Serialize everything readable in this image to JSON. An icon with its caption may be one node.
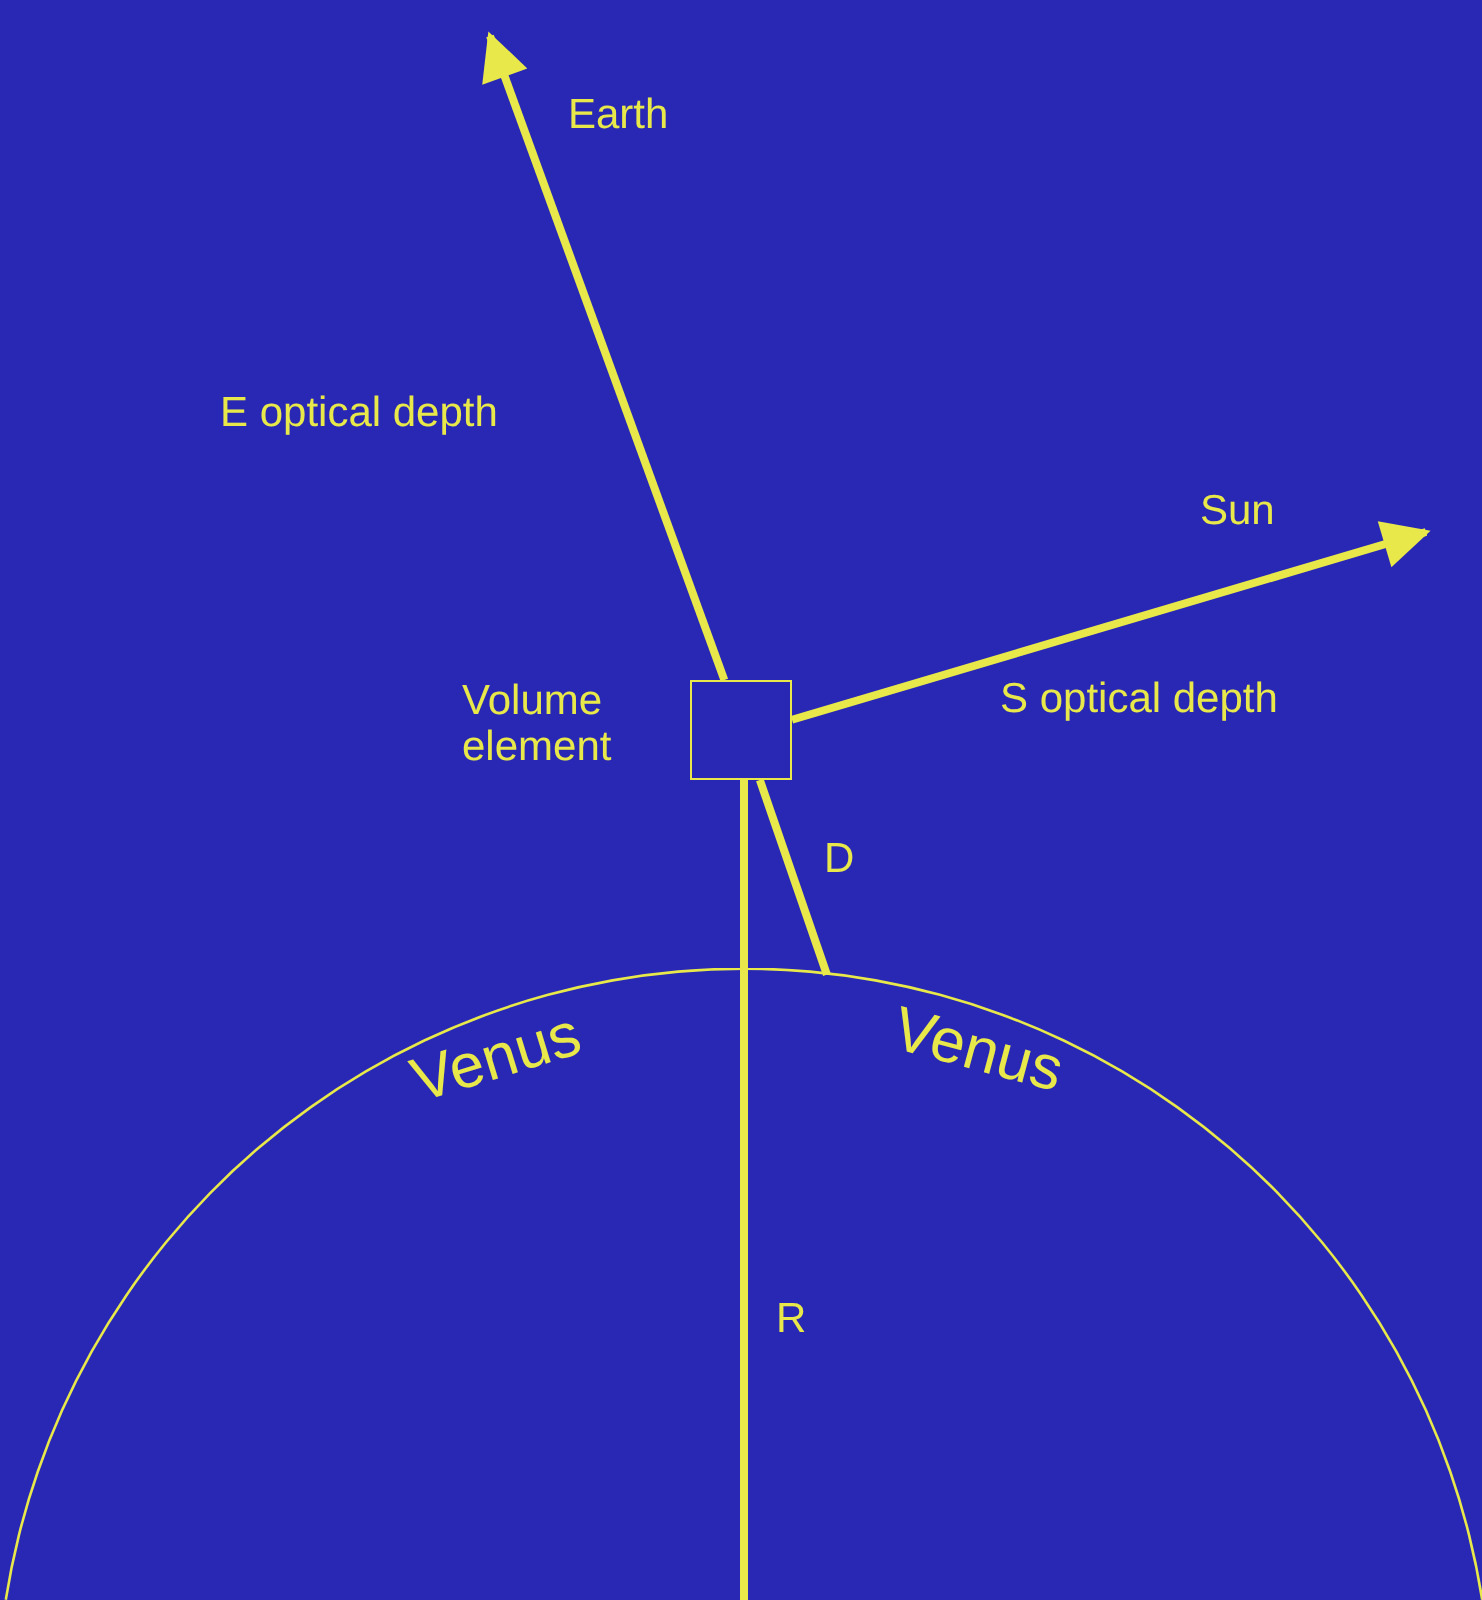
{
  "diagram": {
    "nodes": [
      {
        "text": [],
        "shape": "box",
        "beside": [
          "Volume element"
        ]
      },
      {
        "text": [
          "Venus",
          "Venus"
        ]
      }
    ],
    "edges": [
      {
        "from": 0,
        "to": null,
        "arrow": "to",
        "label": "E optical depth"
      },
      {
        "from": 0,
        "to": null,
        "arrow": "to",
        "label": "S optical depth"
      },
      {
        "from": 0,
        "to": 1,
        "arrow": "none",
        "label": "D"
      },
      {
        "from": 0,
        "to": null,
        "arrow": "none",
        "label": "R"
      }
    ],
    "labels": [
      "Earth",
      "Sun"
    ]
  }
}
